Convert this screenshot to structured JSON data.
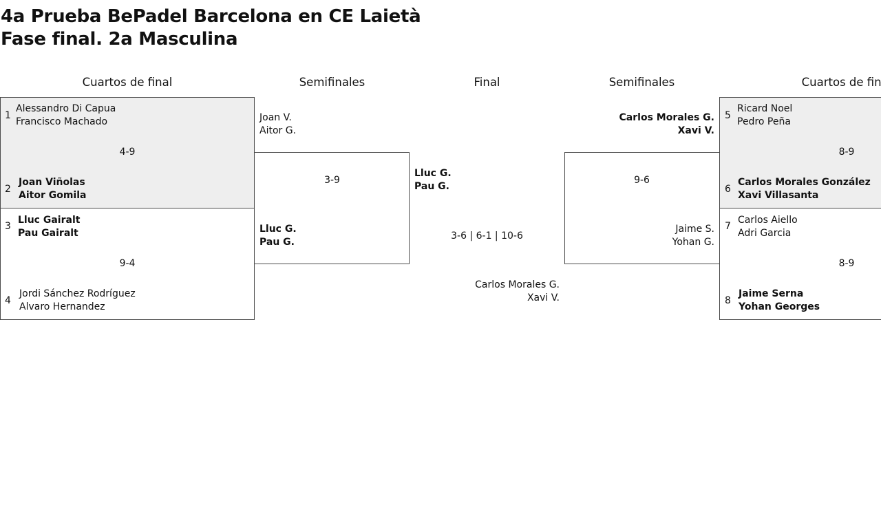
{
  "page_title": {
    "line1": "4a Prueba BePadel Barcelona en CE Laietà",
    "line2": "Fase final. 2a Masculina"
  },
  "rounds": {
    "qf_left": "Cuartos de final",
    "sf_left": "Semifinales",
    "final": "Final",
    "sf_right": "Semifinales",
    "qf_right": "Cuartos de final"
  },
  "qf_left": [
    {
      "score": "4-9",
      "team_a": {
        "seed": "1",
        "p1": "Alessandro Di Capua",
        "p2": "Francisco Machado",
        "winner": false
      },
      "team_b": {
        "seed": "2",
        "p1": "Joan Viñolas",
        "p2": "Aitor Gomila",
        "winner": true
      }
    },
    {
      "score": "9-4",
      "team_a": {
        "seed": "3",
        "p1": "Lluc Gairalt",
        "p2": "Pau Gairalt",
        "winner": true
      },
      "team_b": {
        "seed": "4",
        "p1": "Jordi Sánchez Rodríguez",
        "p2": "Alvaro Hernandez",
        "winner": false
      }
    }
  ],
  "sf_left": {
    "score": "3-9",
    "team_a": {
      "p1": "Joan V.",
      "p2": "Aitor G.",
      "winner": false
    },
    "team_b": {
      "p1": "Lluc G.",
      "p2": "Pau G.",
      "winner": true
    }
  },
  "final": {
    "score": "3-6 | 6-1 | 10-6",
    "team_a": {
      "p1": "Lluc G.",
      "p2": "Pau G.",
      "winner": true
    },
    "team_b": {
      "p1": "Carlos Morales G.",
      "p2": "Xavi V.",
      "winner": false
    }
  },
  "sf_right": {
    "score": "9-6",
    "team_a": {
      "p1": "Carlos Morales G.",
      "p2": "Xavi V.",
      "winner": true
    },
    "team_b": {
      "p1": "Jaime S.",
      "p2": "Yohan G.",
      "winner": false
    }
  },
  "qf_right": [
    {
      "score": "8-9",
      "team_a": {
        "seed": "5",
        "p1": "Ricard Noel",
        "p2": "Pedro Peña",
        "winner": false
      },
      "team_b": {
        "seed": "6",
        "p1": "Carlos Morales González",
        "p2": "Xavi Villasanta",
        "winner": true
      }
    },
    {
      "score": "8-9",
      "team_a": {
        "seed": "7",
        "p1": "Carlos Aiello",
        "p2": "Adri Garcia",
        "winner": false
      },
      "team_b": {
        "seed": "8",
        "p1": "Jaime Serna",
        "p2": "Yohan Georges",
        "winner": true
      }
    }
  ],
  "colors": {
    "winner_box_bg": "#eeeeee",
    "border": "#4a4a4a",
    "text": "#111111"
  }
}
